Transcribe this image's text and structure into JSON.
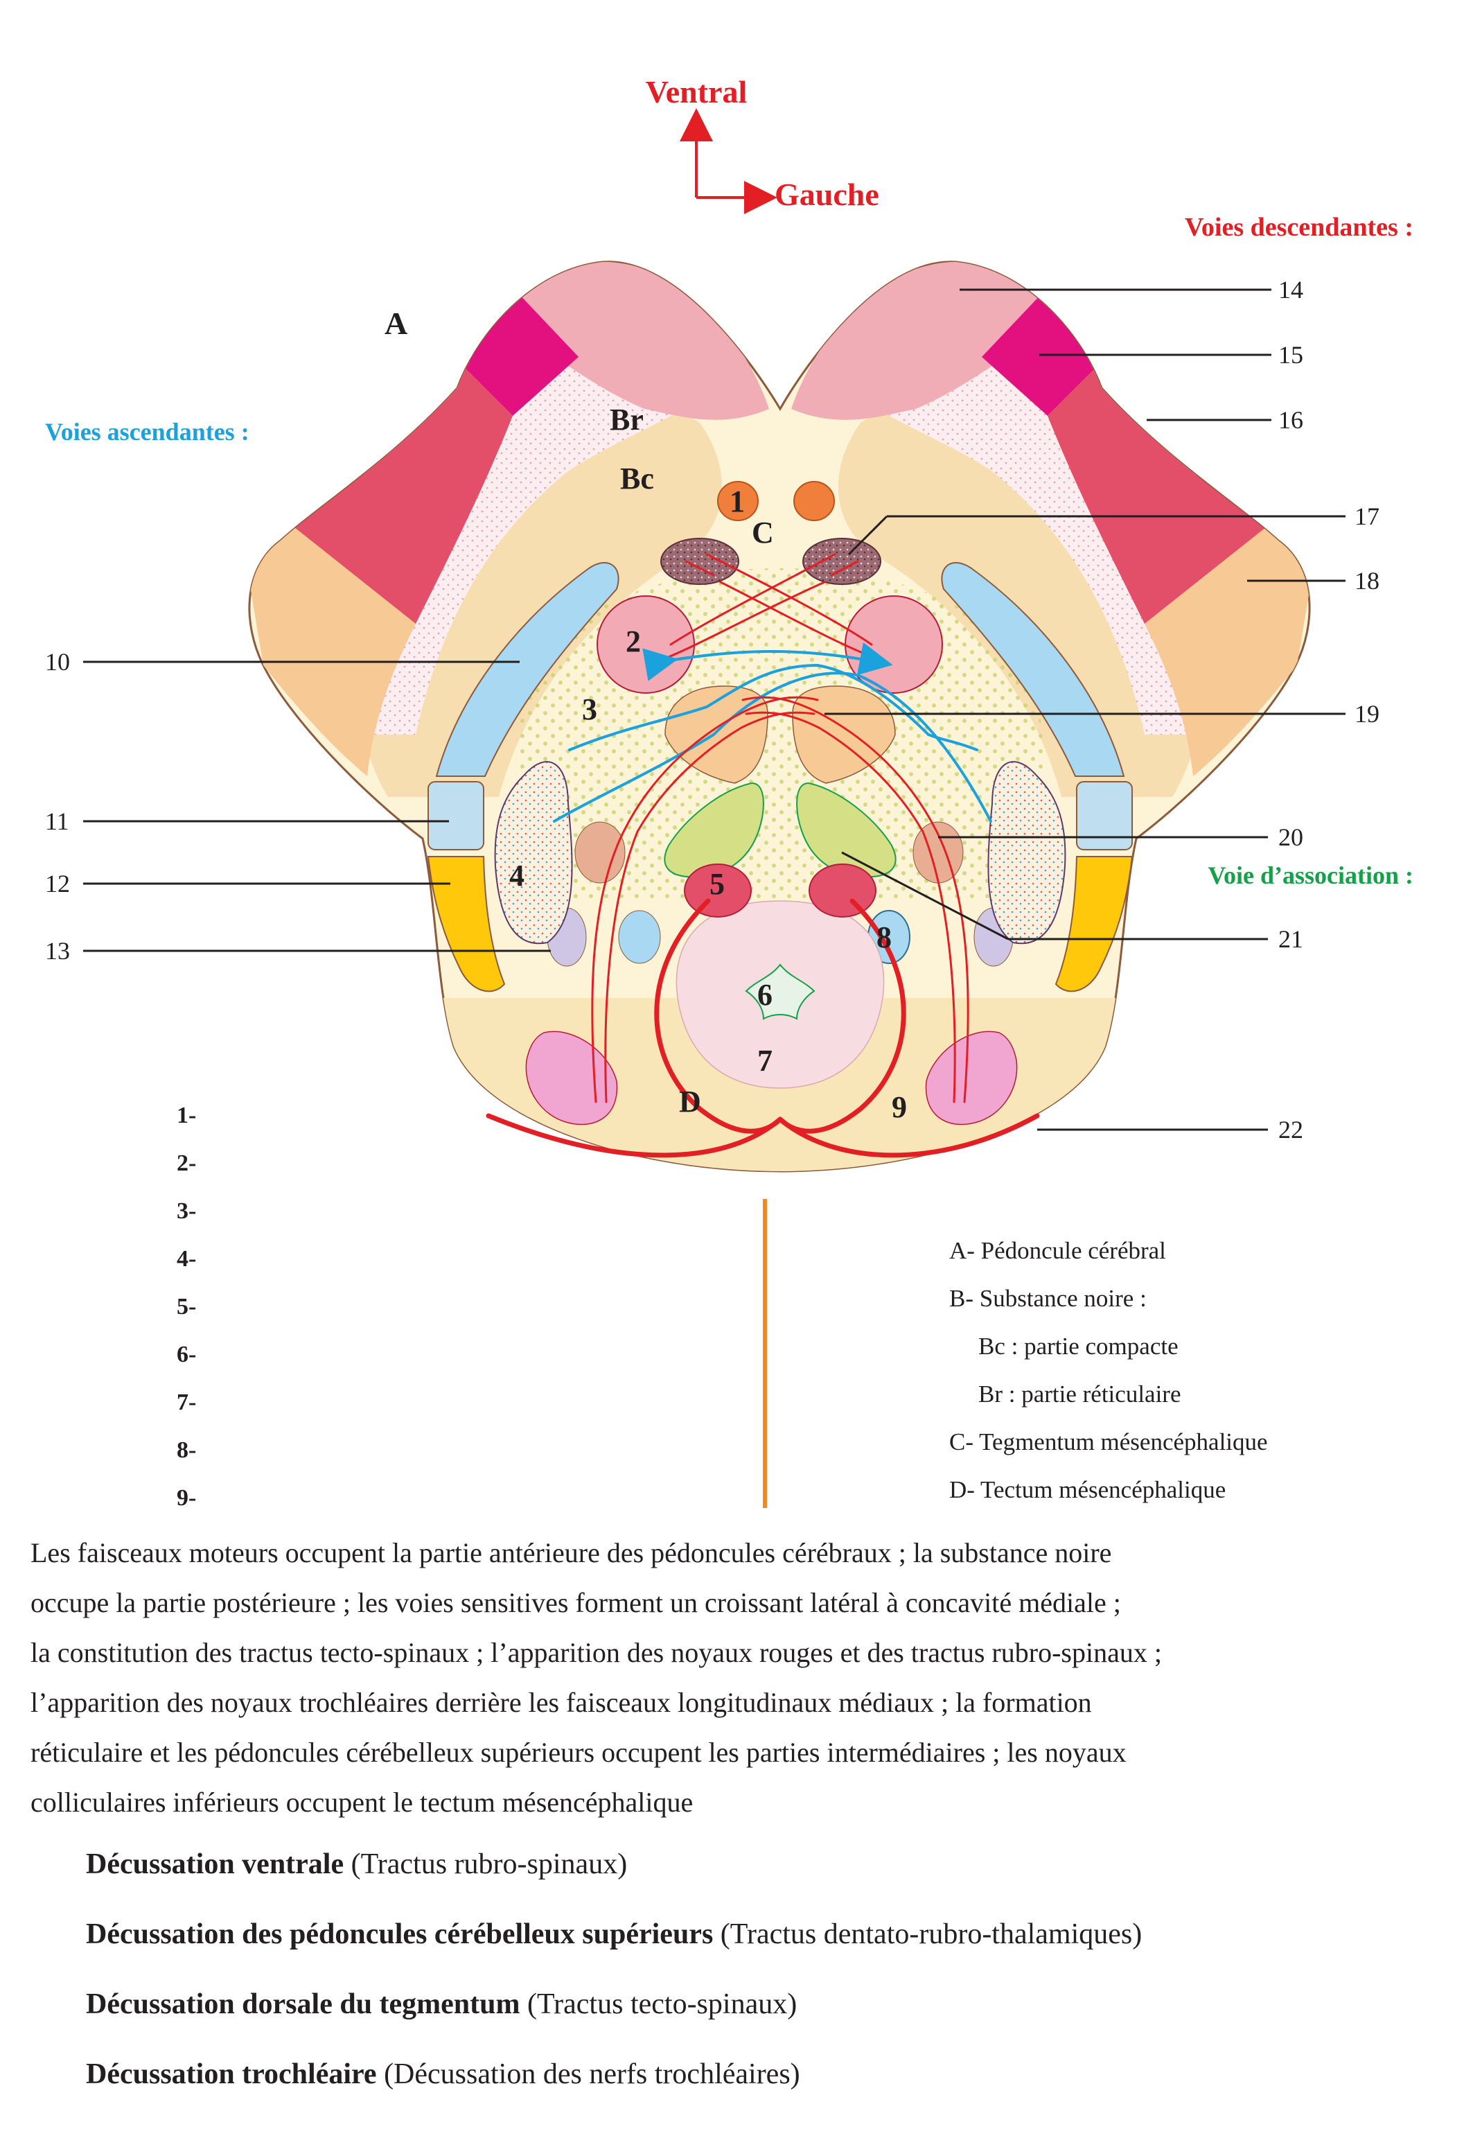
{
  "orientation": {
    "ventral": "Ventral",
    "gauche": "Gauche"
  },
  "headings": {
    "descendantes": "Voies descendantes :",
    "ascendantes": "Voies ascendantes :",
    "association": "Voie d’association :"
  },
  "region_letters": {
    "A": "A",
    "Br": "Br",
    "Bc": "Bc",
    "C": "C",
    "D": "D"
  },
  "inner_numbers": [
    "1",
    "2",
    "3",
    "4",
    "5",
    "6",
    "7",
    "8",
    "9"
  ],
  "pointer_labels": {
    "n10": "10",
    "n11": "11",
    "n12": "12",
    "n13": "13",
    "n14": "14",
    "n15": "15",
    "n16": "16",
    "n17": "17",
    "n18": "18",
    "n19": "19",
    "n20": "20",
    "n21": "21",
    "n22": "22"
  },
  "list_numbers": [
    "1-",
    "2-",
    "3-",
    "4-",
    "5-",
    "6-",
    "7-",
    "8-",
    "9-"
  ],
  "legend": {
    "A": "A- Pédoncule cérébral",
    "B": "B- Substance noire :",
    "Bc": "Bc : partie compacte",
    "Br": "Br : partie réticulaire",
    "C": "C- Tegmentum mésencéphalique",
    "D": "D- Tectum mésencéphalique"
  },
  "paragraph_lines": [
    "Les faisceaux moteurs occupent la partie antérieure des pédoncules cérébraux ; la substance noire",
    "occupe la partie postérieure ; les voies sensitives forment un croissant latéral à concavité médiale ;",
    "la constitution des tractus tecto-spinaux ; l’apparition des noyaux rouges et des tractus rubro-spinaux ;",
    "l’apparition des noyaux trochléaires derrière les faisceaux longitudinaux médiaux ; la formation",
    "réticulaire et les pédoncules cérébelleux supérieurs occupent les parties intermédiaires ; les noyaux",
    "colliculaires inférieurs occupent le tectum mésencéphalique"
  ],
  "decussations": [
    {
      "bold": "Décussation ventrale",
      "rest": " (Tractus rubro-spinaux)"
    },
    {
      "bold": "Décussation des pédoncules cérébelleux supérieurs",
      "rest": " (Tractus dentato-rubro-thalamiques)"
    },
    {
      "bold": "Décussation dorsale du tegmentum",
      "rest": " (Tractus tecto-spinaux)"
    },
    {
      "bold": "Décussation trochléaire",
      "rest": " (Décussation des nerfs trochléaires)"
    }
  ],
  "colors": {
    "accent_red": "#e31f26",
    "ascending_blue": "#1ba1dc",
    "association_green": "#16a04a",
    "divider_orange": "#f08a24"
  }
}
